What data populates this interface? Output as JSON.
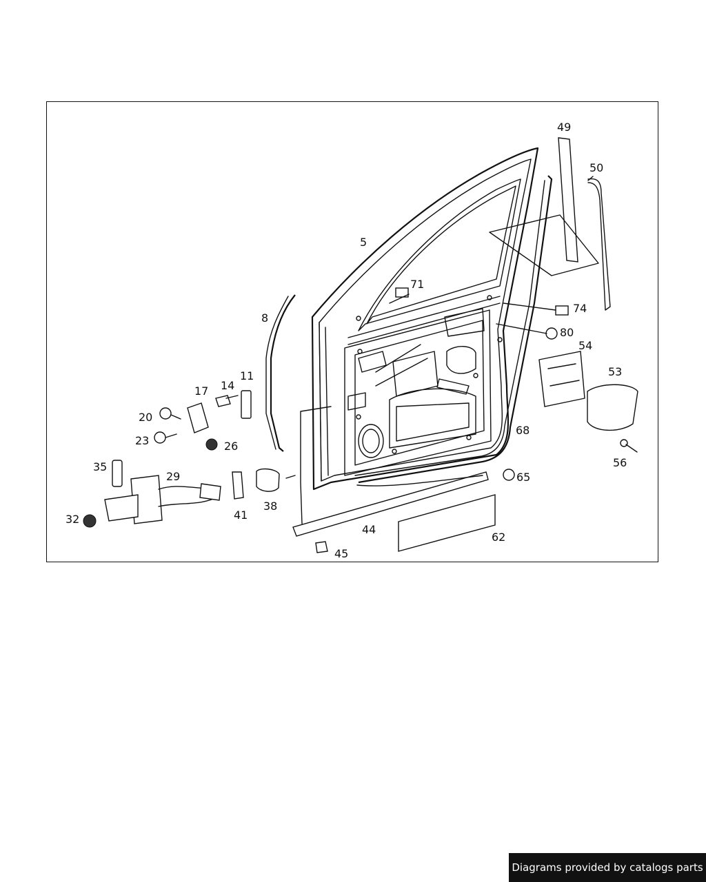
{
  "diagram": {
    "labels": [
      "5",
      "8",
      "11",
      "14",
      "17",
      "20",
      "23",
      "26",
      "29",
      "32",
      "35",
      "38",
      "41",
      "44",
      "45",
      "49",
      "50",
      "53",
      "54",
      "56",
      "62",
      "65",
      "68",
      "71",
      "74",
      "80"
    ]
  },
  "credit": {
    "text": "Diagrams provided by catalogs parts"
  }
}
